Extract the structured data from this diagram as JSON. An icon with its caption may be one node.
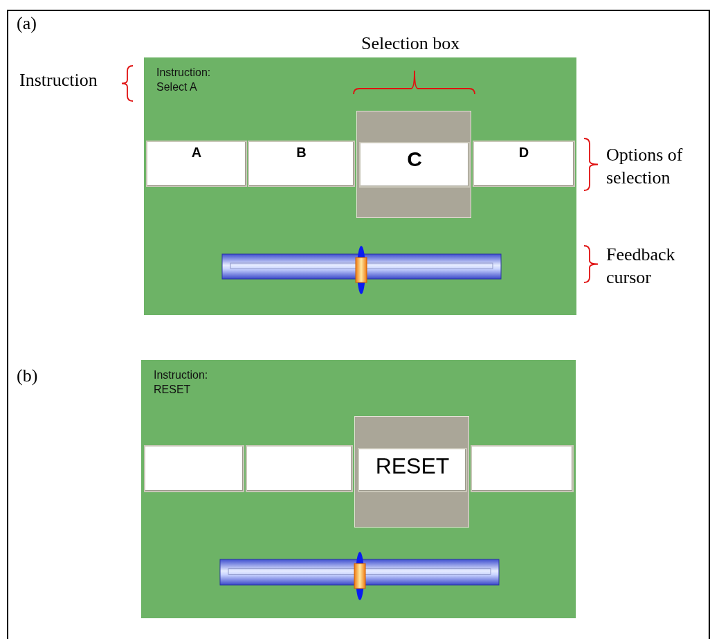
{
  "diagram": {
    "nodes": [
      {
        "text": [
          "Instruction: Select A"
        ]
      },
      {
        "text": [
          "A"
        ],
        "in": 0
      },
      {
        "text": [
          "B"
        ],
        "in": 0
      },
      {
        "text": [],
        "shape": "box",
        "in": 0
      },
      {
        "text": [
          "C"
        ],
        "in": 3
      },
      {
        "text": [
          "D"
        ],
        "in": 0
      },
      {
        "text": [],
        "shape": "bar",
        "in": 0
      },
      {
        "text": [],
        "shape": "ellipse",
        "in": 0
      },
      {
        "text": [
          "Instruction: RESET"
        ]
      },
      {
        "text": [],
        "shape": "box",
        "in": 8
      },
      {
        "text": [],
        "shape": "box",
        "in": 8
      },
      {
        "text": [],
        "shape": "box",
        "in": 8
      },
      {
        "text": [
          "RESET"
        ],
        "in": 11
      },
      {
        "text": [],
        "shape": "box",
        "in": 8
      },
      {
        "text": [],
        "shape": "bar",
        "in": 8
      },
      {
        "text": [],
        "shape": "ellipse",
        "in": 8
      }
    ],
    "edges": [],
    "labels": [
      "(a)",
      "Selection box",
      "Instruction",
      "Options of selection",
      "Feedback cursor",
      "(b)"
    ]
  }
}
